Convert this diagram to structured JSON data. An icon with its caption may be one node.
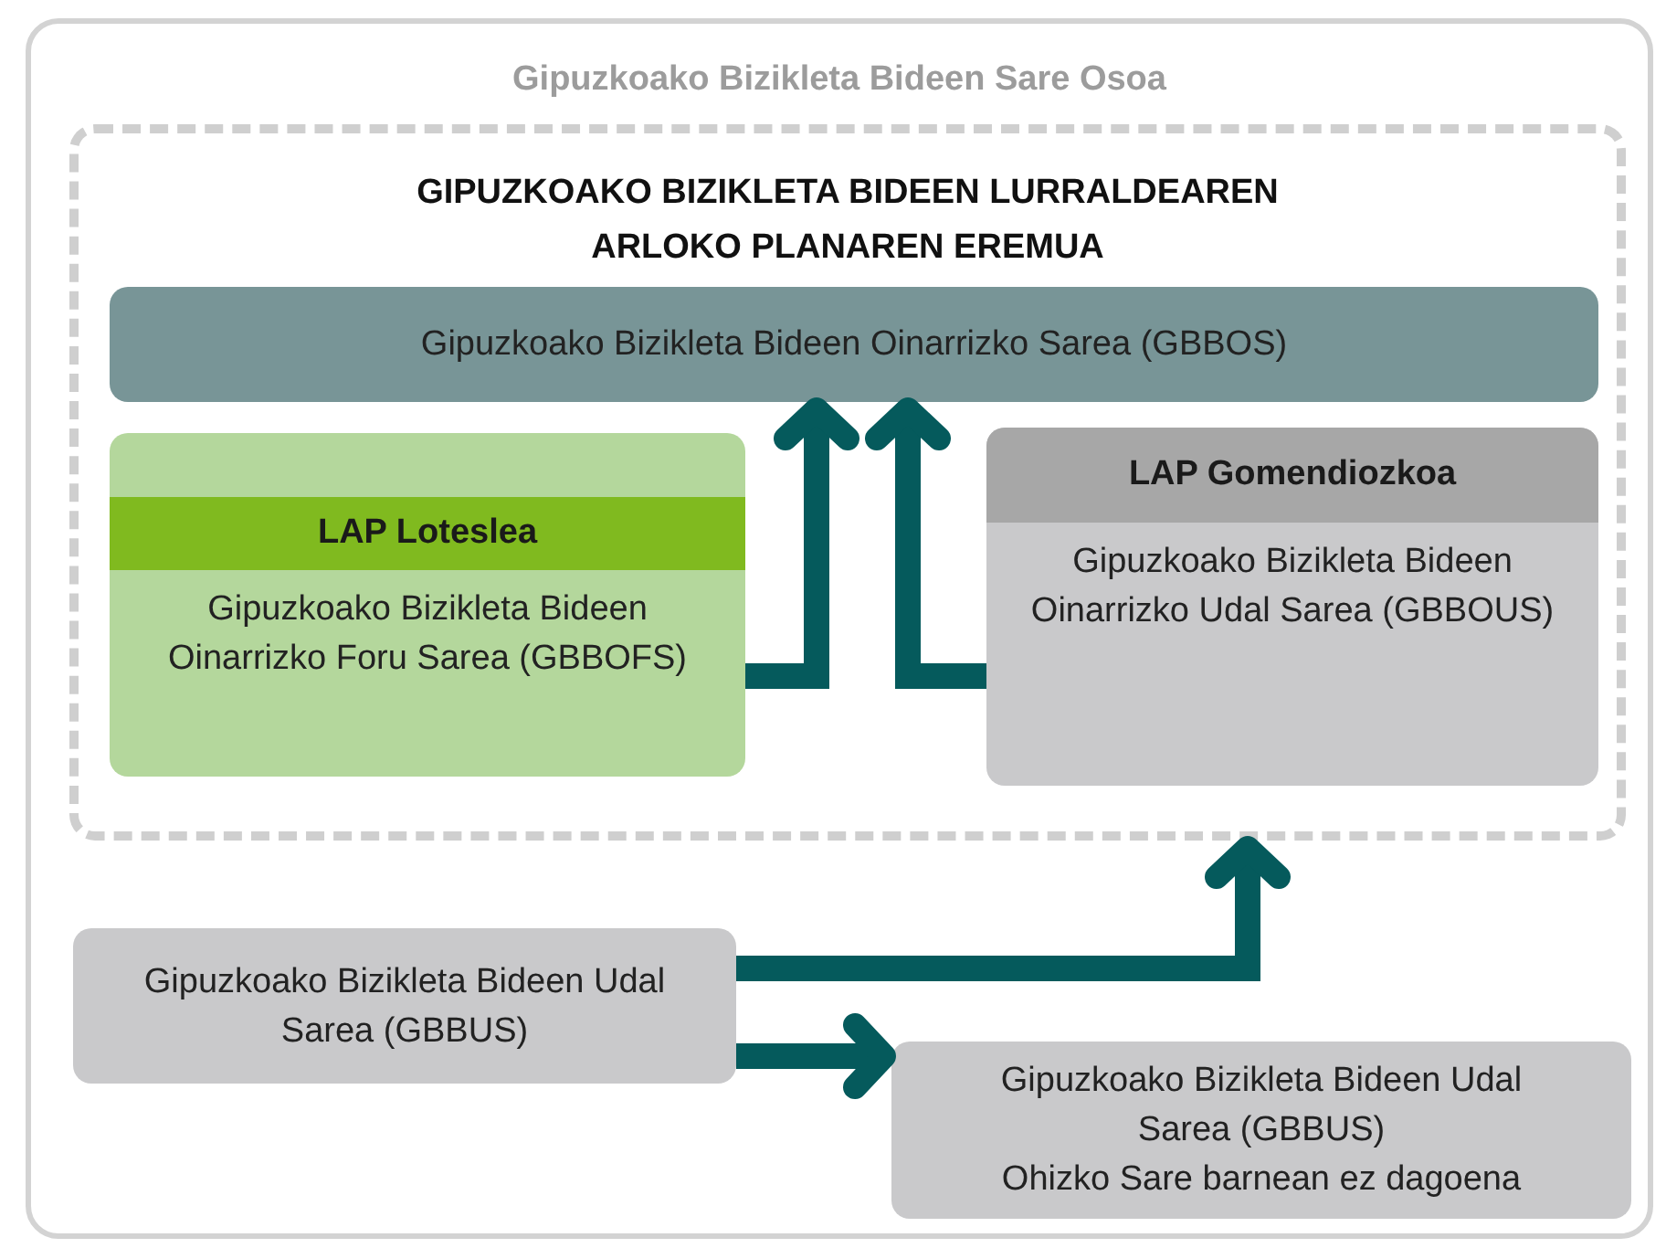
{
  "diagram": {
    "nodes": [
      {
        "text": [
          "Gipuzkoako Bizikleta Bideen Sare Osoa"
        ]
      },
      {
        "text": [
          "GIPUZKOAKO BIZIKLETA BIDEEN LURRALDEAREN ARLOKO PLANAREN EREMUA"
        ],
        "in": 0
      },
      {
        "text": [
          "Gipuzkoako Bizikleta Bideen Oinarrizko Sarea (GBBOS)"
        ],
        "in": 1
      },
      {
        "text": [
          "LAP Loteslea",
          "Gipuzkoako Bizikleta Bideen Oinarrizko Foru Sarea (GBBOFS)"
        ],
        "in": 1
      },
      {
        "text": [
          "LAP Gomendiozkoa",
          "Gipuzkoako Bizikleta Bideen Oinarrizko Udal Sarea (GBBOUS)"
        ],
        "in": 1
      },
      {
        "text": [
          "Gipuzkoako Bizikleta Bideen Udal Sarea (GBBUS)"
        ],
        "in": 0
      },
      {
        "text": [
          "Gipuzkoako Bizikleta Bideen Udal Sarea (GBBUS)",
          "Ohizko Sare barnean ez dagoena"
        ],
        "in": 0
      }
    ],
    "edges": [
      {
        "from": 3,
        "to": 2,
        "arrow": "to"
      },
      {
        "from": 4,
        "to": 2,
        "arrow": "to"
      },
      {
        "from": 5,
        "to": 1,
        "arrow": "to"
      },
      {
        "from": 5,
        "to": 6,
        "arrow": "to"
      }
    ]
  }
}
